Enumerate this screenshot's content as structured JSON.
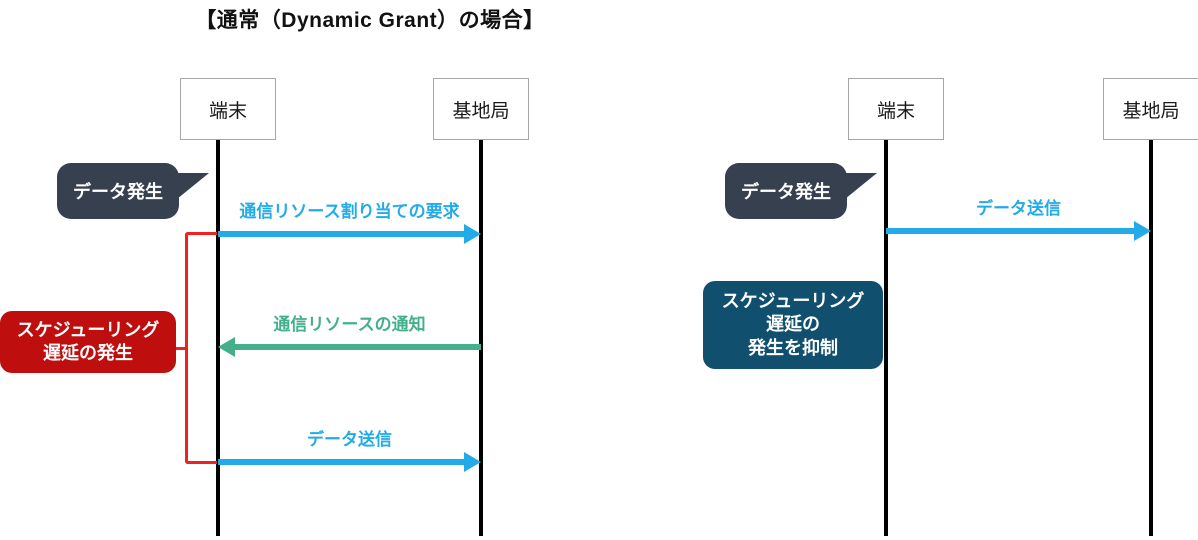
{
  "title": "【通常（Dynamic Grant）の場合】",
  "colors": {
    "arrow_blue": "#23ABE8",
    "arrow_green": "#43B089",
    "callout_dark": "#37404F",
    "pill_red": "#BE0E0E",
    "pill_teal": "#10506E",
    "bracket_red": "#EE2222",
    "lifeline_black": "#000000",
    "actor_border": "#A6A6A6"
  },
  "left_diagram": {
    "actors": {
      "terminal": "端末",
      "base_station": "基地局"
    },
    "callout": "データ発生",
    "bracket_label_line1": "スケジューリング",
    "bracket_label_line2": "遅延の発生",
    "messages": [
      {
        "label": "通信リソース割り当ての要求",
        "direction": "right",
        "color": "blue"
      },
      {
        "label": "通信リソースの通知",
        "direction": "left",
        "color": "green"
      },
      {
        "label": "データ送信",
        "direction": "right",
        "color": "blue"
      }
    ]
  },
  "right_diagram": {
    "actors": {
      "terminal": "端末",
      "base_station": "基地局"
    },
    "callout": "データ発生",
    "pill_label_line1": "スケジューリング",
    "pill_label_line2": "遅延の",
    "pill_label_line3": "発生を抑制",
    "messages": [
      {
        "label": "データ送信",
        "direction": "right",
        "color": "blue"
      }
    ]
  }
}
